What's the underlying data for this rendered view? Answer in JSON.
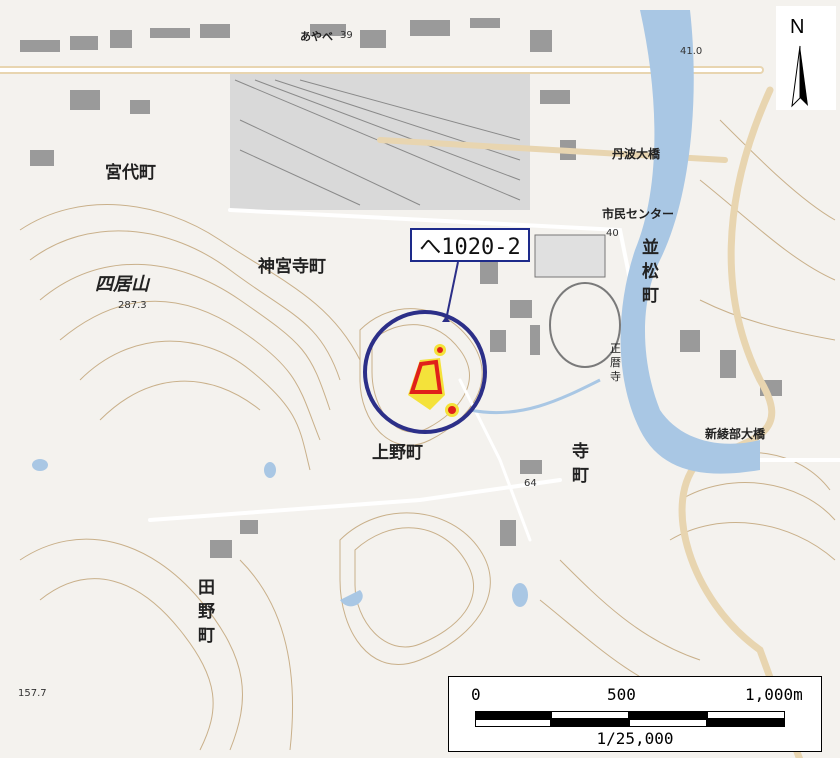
{
  "place_labels": {
    "miyashiro": "宮代町",
    "shiguzan": "四居山",
    "shiguzan_elev": "287.3",
    "jinguji": "神宮寺町",
    "ueno": "上野町",
    "tera": "寺町",
    "namimatsu": "並松町",
    "tano": "田野町",
    "ayabe": "あやべ",
    "tanba_ohashi": "丹波大橋",
    "shimin_center": "市民センター",
    "shoreki_ji": "正暦寺",
    "shin_ayabe_ohashi": "新綾部大橋",
    "elev_157": "157.7",
    "elev_64": "64",
    "elev_40": "40",
    "elev_41": "41.0",
    "route_39": "39"
  },
  "callout": {
    "label": "へ1020-2"
  },
  "north_arrow": {
    "label": "N"
  },
  "scale": {
    "tick_0": "0",
    "tick_500": "500",
    "tick_1000": "1,000m",
    "ratio": "1/25,000"
  },
  "colors": {
    "river": "#a9c7e4",
    "road": "#e8d5b0",
    "building": "#a8a8a8",
    "contour": "#c9b08a",
    "site_outline": "#e0201a",
    "site_fill": "#f4e23a",
    "circle": "#2c2f88"
  }
}
